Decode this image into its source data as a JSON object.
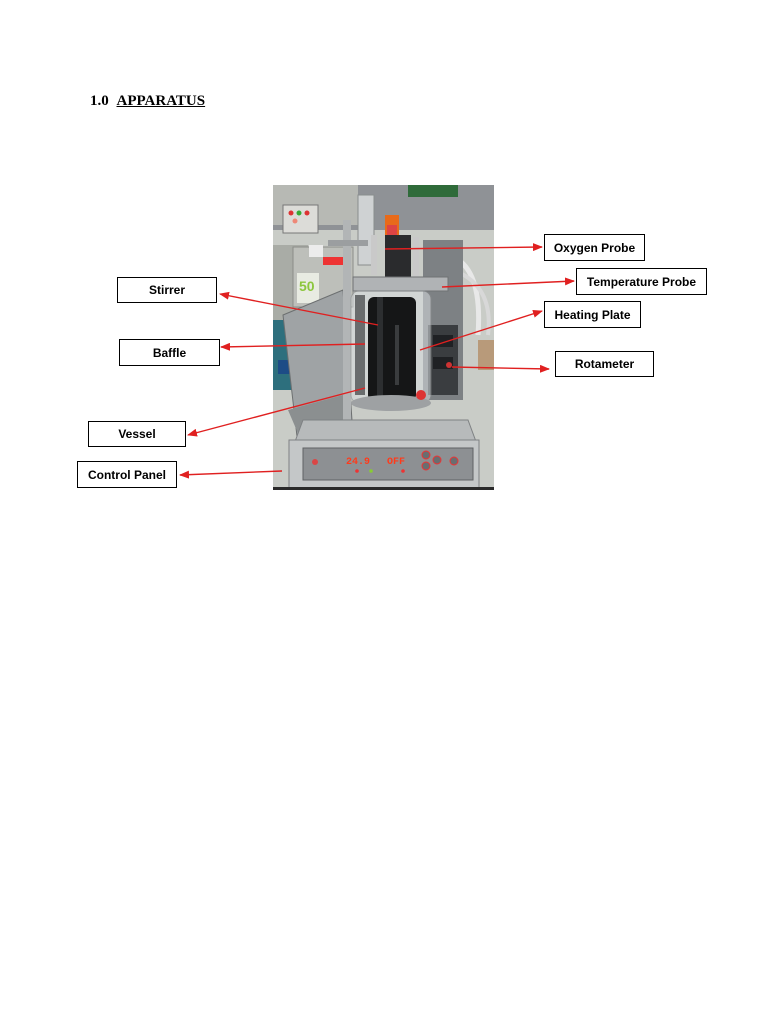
{
  "heading": {
    "number": "1.0",
    "title": "APPARATUS"
  },
  "labels": {
    "oxygen_probe": "Oxygen Probe",
    "temperature_probe": "Temperature Probe",
    "heating_plate": "Heating Plate",
    "rotameter": "Rotameter",
    "stirrer": "Stirrer",
    "baffle": "Baffle",
    "vessel": "Vessel",
    "control_panel": "Control Panel"
  },
  "display": {
    "temperature_readout": "24.9",
    "status_readout": "OFF"
  },
  "colors": {
    "arrow": "#e02020",
    "display_text": "#ff3a1a"
  }
}
